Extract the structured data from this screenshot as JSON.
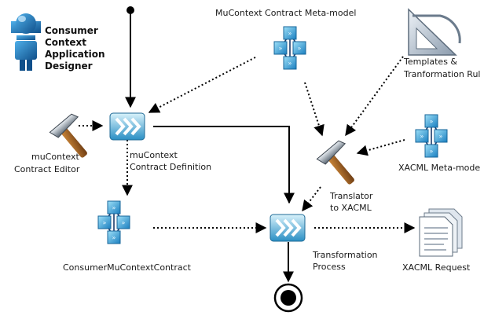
{
  "actor": {
    "label_lines": [
      "Consumer",
      "Context",
      "Application",
      "Designer"
    ],
    "icon": "person-icon"
  },
  "nodes": {
    "contract_metamodel": {
      "label": "MuContext Contract Meta-model",
      "icon": "metamodel-icon"
    },
    "templates": {
      "label_lines": [
        "Templates &",
        "Tranformation Rul"
      ],
      "icon": "set-square-icon"
    },
    "editor": {
      "label_lines": [
        "muContext",
        "Contract Editor"
      ],
      "icon": "hammer-icon"
    },
    "contract_definition": {
      "label_lines": [
        "muContext",
        "Contract Definition"
      ],
      "icon": "process-chevron-icon"
    },
    "xacml_metamodel": {
      "label": "XACML Meta-mode",
      "icon": "metamodel-icon"
    },
    "translator": {
      "label_lines": [
        "Translator",
        "to XACML"
      ],
      "icon": "hammer-icon"
    },
    "consumer_contract": {
      "label": "ConsumerMuContextContract",
      "icon": "metamodel-icon"
    },
    "transformation": {
      "label_lines": [
        "Transformation",
        "Process"
      ],
      "icon": "process-chevron-icon"
    },
    "xacml_request": {
      "label": "XACML Request",
      "icon": "document-icon"
    }
  },
  "colors": {
    "chevron_light": "#bfe6f7",
    "chevron_dark": "#2a8fc4",
    "square_light": "#7fd0f2",
    "square_dark": "#1d86c6",
    "person_blue": "#1a6fb3",
    "edge": "#000000"
  }
}
